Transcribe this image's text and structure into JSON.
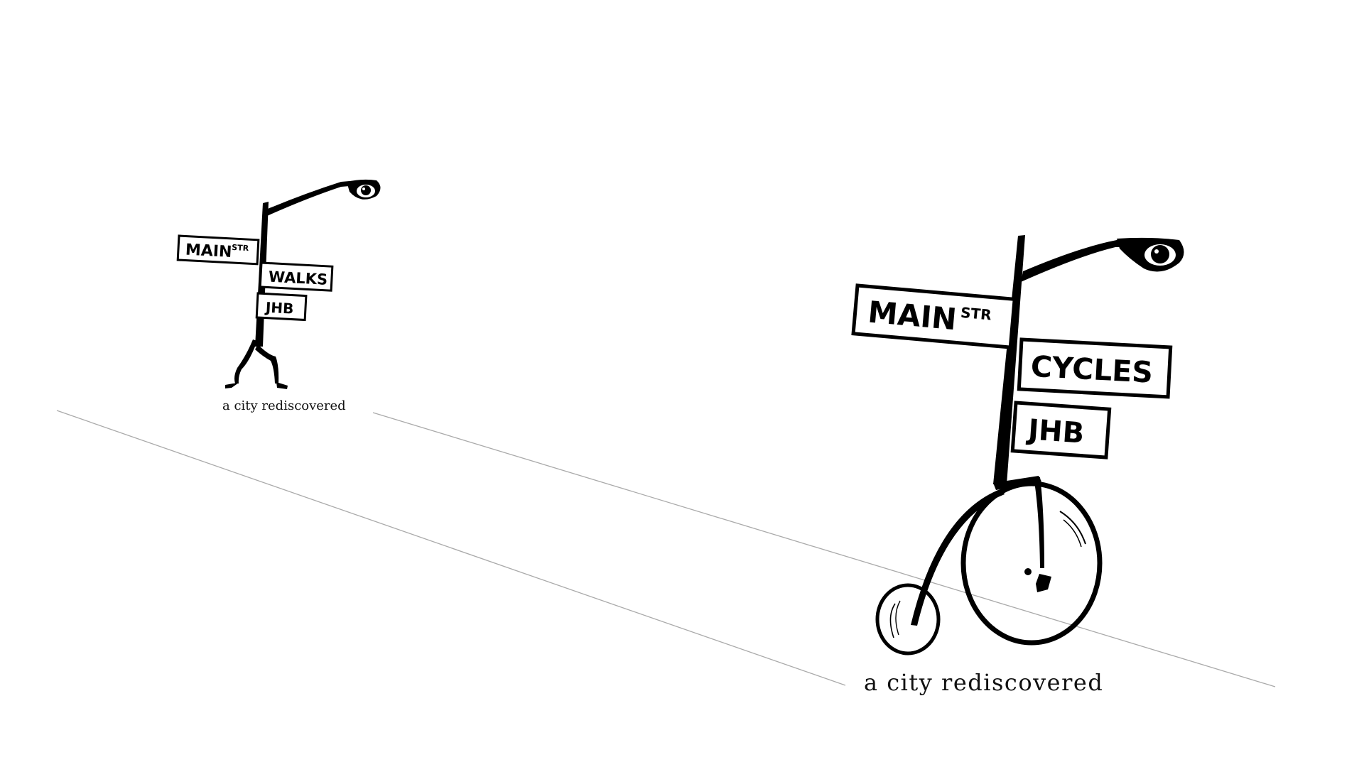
{
  "colors": {
    "background": "#ffffff",
    "ink": "#000000",
    "guide_line": "#aaaaaa"
  },
  "logo_walks": {
    "sign_top": "MAIN",
    "sign_top_suffix": "STR",
    "sign_middle": "WALKS",
    "sign_bottom": "JHB",
    "tagline": "a city rediscovered",
    "icon": "lamppost-eye-legs"
  },
  "logo_cycles": {
    "sign_top": "MAIN",
    "sign_top_suffix": "STR",
    "sign_middle": "CYCLES",
    "sign_bottom": "JHB",
    "tagline": "a city rediscovered",
    "icon": "lamppost-eye-penny-farthing"
  }
}
